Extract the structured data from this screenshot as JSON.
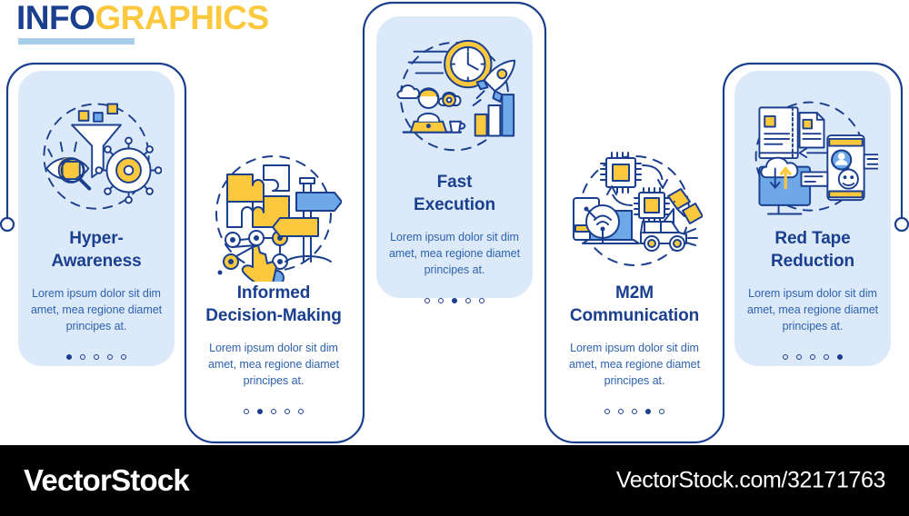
{
  "header": {
    "title_part1": "INFO",
    "title_part2": "GRAPHICS",
    "accent_navy": "#1b3f8f",
    "accent_yellow": "#fcc93e",
    "rule_color": "#a8cdec"
  },
  "theme": {
    "card_fill": "#dce9f9",
    "outline": "#1b3f8f",
    "body_text": "#2d62ae",
    "yellow": "#fcc93e",
    "mid_blue": "#6ea8e8",
    "page_background": "#ffffff"
  },
  "cards": [
    {
      "title": "Hyper-\nAwareness",
      "title_line1": "Hyper-",
      "title_line2": "Awareness",
      "body": "Lorem ipsum dolor sit dim amet, mea regione diamet principes at.",
      "icon": "eye-funnel-gear-icon",
      "dots_total": 5,
      "dot_active": 1
    },
    {
      "title": "Informed\nDecision-Making",
      "title_line1": "Informed",
      "title_line2": "Decision-Making",
      "body": "Lorem ipsum dolor sit dim amet, mea regione diamet principes at.",
      "icon": "puzzle-signpost-icon",
      "dots_total": 5,
      "dot_active": 2
    },
    {
      "title": "Fast\nExecution",
      "title_line1": "Fast",
      "title_line2": "Execution",
      "body": "Lorem ipsum dolor sit dim amet, mea regione diamet principes at.",
      "icon": "clock-rocket-chart-icon",
      "dots_total": 5,
      "dot_active": 3
    },
    {
      "title": "M2M\nCommunication",
      "title_line1": "M2M",
      "title_line2": "Communication",
      "body": "Lorem ipsum dolor sit dim amet, mea regione diamet principes at.",
      "icon": "chip-satellite-car-icon",
      "dots_total": 5,
      "dot_active": 4
    },
    {
      "title": "Red Tape\nReduction",
      "title_line1": "Red Tape",
      "title_line2": "Reduction",
      "body": "Lorem ipsum dolor sit dim amet, mea regione diamet principes at.",
      "icon": "documents-cloud-chat-icon",
      "dots_total": 5,
      "dot_active": 5
    }
  ],
  "watermark": {
    "logo": "VectorStock",
    "url": "VectorStock.com/32171763"
  }
}
